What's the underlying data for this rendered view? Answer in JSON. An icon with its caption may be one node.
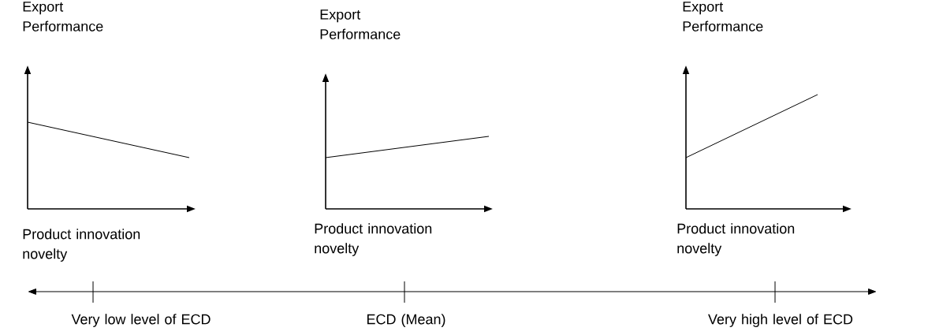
{
  "diagram": {
    "labels": [
      "Export Performance",
      "Export Performance",
      "Export Performance",
      "Product innovation novelty",
      "Product innovation novelty",
      "Product innovation novelty",
      "Very low level of ECD",
      "ECD (Mean)",
      "Very high level of ECD"
    ]
  }
}
